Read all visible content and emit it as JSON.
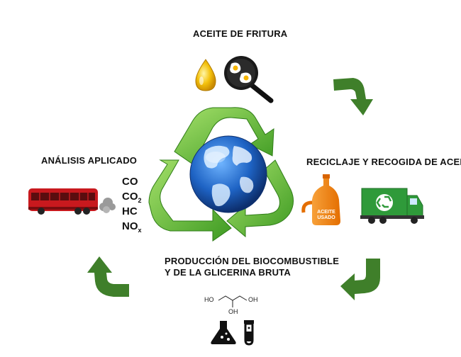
{
  "stages": {
    "frying_oil": {
      "title": "ACEITE DE FRITURA"
    },
    "recycling": {
      "title": "RECICLAJE Y RECOGIDA DE ACEITE",
      "bottle_text_1": "ACEITE",
      "bottle_text_2": "USADO"
    },
    "production": {
      "title_line1": "PRODUCCIÓN DEL BIOCOMBUSTIBLE",
      "title_line2": "Y DE LA GLICERINA BRUTA"
    },
    "analysis": {
      "title": "ANÁLISIS APLICADO",
      "emissions": [
        "CO",
        "CO",
        "HC",
        "NO"
      ],
      "emission_subscripts": [
        "",
        "2",
        "",
        "x"
      ]
    }
  },
  "glycerol": {
    "labels": [
      "HO",
      "OH",
      "OH"
    ]
  },
  "colors": {
    "cycle_arrow": "#3f7f2a",
    "recycle_green": "#5cae35",
    "globe_blue": "#1e63c4",
    "truck_green": "#2f9a3a",
    "bus_red": "#c8191e",
    "bottle_orange": "#f07f12"
  },
  "icons": [
    "oil-drop-icon",
    "frying-pan-icon",
    "recycle-globe-icon",
    "oil-bottle-icon",
    "recycling-truck-icon",
    "glycerol-molecule-icon",
    "flask-icon",
    "test-tube-icon",
    "bus-icon",
    "exhaust-smoke-icon"
  ]
}
